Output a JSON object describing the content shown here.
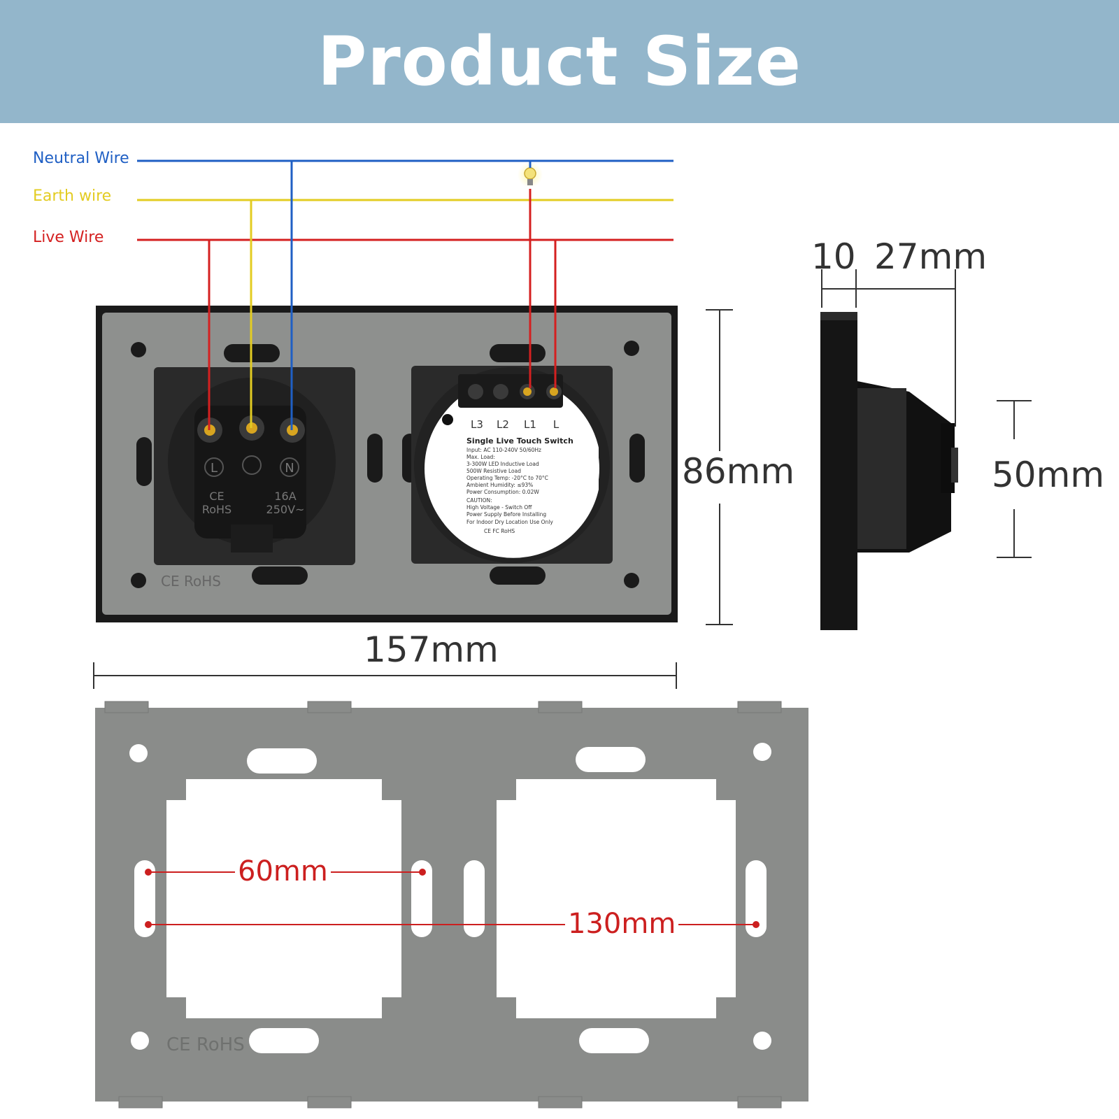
{
  "header": {
    "title": "Product Size",
    "bg_color": "#93b6cb"
  },
  "wires": [
    {
      "label": "Neutral Wire",
      "color": "#1f5fc4"
    },
    {
      "label": "Earth wire",
      "color": "#e3cc22"
    },
    {
      "label": "Live Wire",
      "color": "#d42020"
    }
  ],
  "dimensions": {
    "width": "157mm",
    "height": "86mm",
    "depth_front": "10",
    "depth_total": "27mm",
    "module_height": "50mm",
    "inner_spacing": "60mm",
    "outer_spacing": "130mm"
  },
  "socket": {
    "terminals": [
      "L",
      "N"
    ],
    "marks": [
      "CE",
      "RoHS",
      "16A",
      "250V~"
    ]
  },
  "switch_module": {
    "terminals": [
      "L3",
      "L2",
      "L1",
      "L"
    ],
    "title": "Single Live Touch Switch",
    "spec_lines": [
      "Input: AC 110-240V 50/60Hz",
      "Max. Load:",
      "3-300W LED Inductive Load",
      "500W Resistive Load",
      "Operating Temp: -20°C to 70°C",
      "Ambient Humidity: ≤93%",
      "Power Consumption: 0.02W",
      "CAUTION:",
      "High Voltage - Switch Off",
      "Power Supply Before Installing",
      "For Indoor Dry Location Use Only",
      "CE FC RoHS"
    ]
  },
  "frame_marks": [
    "CE RoHS",
    "CE RoHS"
  ],
  "colors": {
    "frame_gray": "#8a8c8a",
    "panel_black": "#1a1a1a",
    "dim_red": "#cc1f1f"
  }
}
